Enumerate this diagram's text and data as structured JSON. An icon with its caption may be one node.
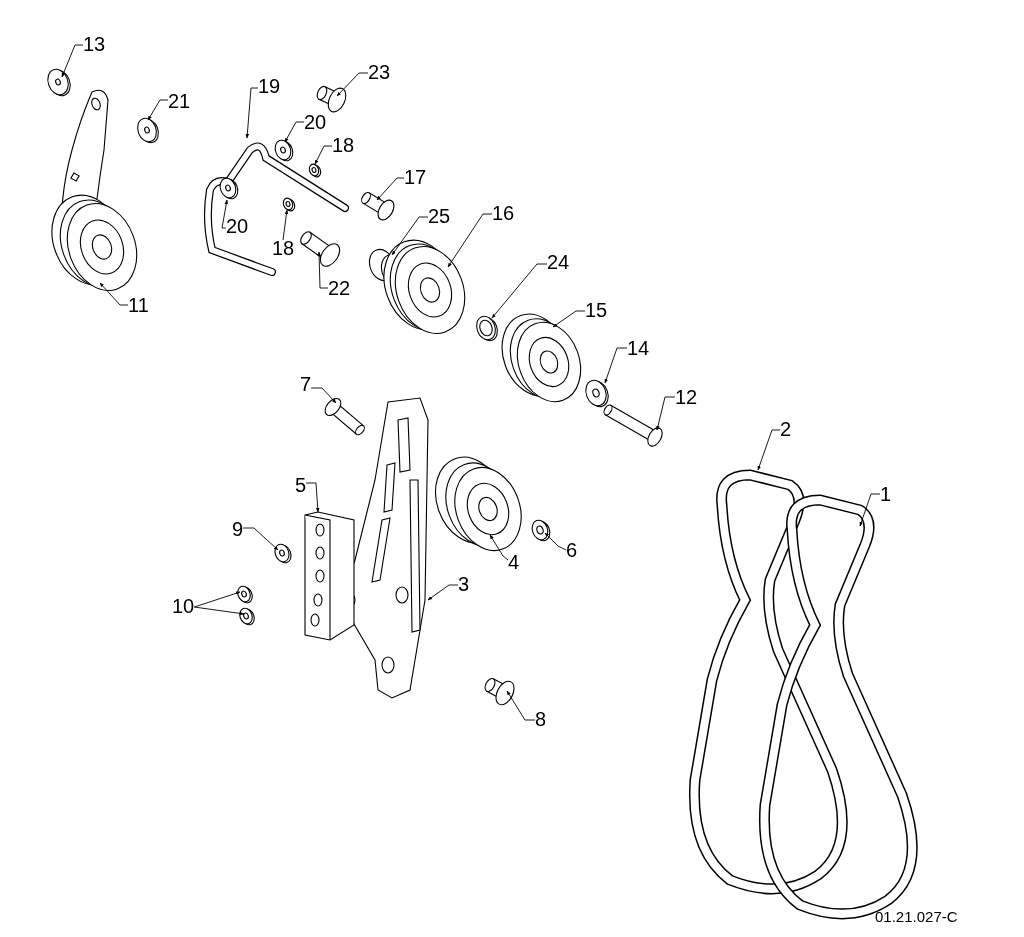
{
  "diagram": {
    "nodes": [
      {
        "text": [
          "13"
        ]
      },
      {
        "text": [
          "23"
        ]
      },
      {
        "text": [
          "19"
        ]
      },
      {
        "text": [
          "21"
        ]
      },
      {
        "text": [
          "20"
        ]
      },
      {
        "text": [
          "18"
        ]
      },
      {
        "text": [
          "17"
        ]
      },
      {
        "text": [
          "16"
        ]
      },
      {
        "text": [
          "25"
        ]
      },
      {
        "text": [
          "20"
        ]
      },
      {
        "text": [
          "18"
        ]
      },
      {
        "text": [
          "24"
        ]
      },
      {
        "text": [
          "22"
        ]
      },
      {
        "text": [
          "11"
        ]
      },
      {
        "text": [
          "15"
        ]
      },
      {
        "text": [
          "14"
        ]
      },
      {
        "text": [
          "7"
        ]
      },
      {
        "text": [
          "12"
        ]
      },
      {
        "text": [
          "2"
        ]
      },
      {
        "text": [
          "5"
        ]
      },
      {
        "text": [
          "1"
        ]
      },
      {
        "text": [
          "9"
        ]
      },
      {
        "text": [
          "6"
        ]
      },
      {
        "text": [
          "4"
        ]
      },
      {
        "text": [
          "3"
        ]
      },
      {
        "text": [
          "10"
        ]
      },
      {
        "text": [
          "8"
        ]
      }
    ],
    "edges": [
      {
        "from": 0,
        "to": null,
        "arrow": "to"
      },
      {
        "from": 1,
        "to": null,
        "arrow": "to"
      },
      {
        "from": 2,
        "to": null,
        "arrow": "to"
      },
      {
        "from": 3,
        "to": null,
        "arrow": "to"
      },
      {
        "from": 4,
        "to": null,
        "arrow": "to"
      },
      {
        "from": 5,
        "to": null,
        "arrow": "to"
      },
      {
        "from": 6,
        "to": null,
        "arrow": "to"
      },
      {
        "from": 7,
        "to": null,
        "arrow": "to"
      },
      {
        "from": 8,
        "to": null,
        "arrow": "to"
      },
      {
        "from": 9,
        "to": null,
        "arrow": "to"
      },
      {
        "from": 10,
        "to": null,
        "arrow": "to"
      },
      {
        "from": 11,
        "to": null,
        "arrow": "to"
      },
      {
        "from": 12,
        "to": null,
        "arrow": "to"
      },
      {
        "from": 13,
        "to": null,
        "arrow": "to"
      },
      {
        "from": 14,
        "to": null,
        "arrow": "to"
      },
      {
        "from": 15,
        "to": null,
        "arrow": "to"
      },
      {
        "from": 16,
        "to": null,
        "arrow": "to"
      },
      {
        "from": 17,
        "to": null,
        "arrow": "to"
      },
      {
        "from": 18,
        "to": null,
        "arrow": "to"
      },
      {
        "from": 19,
        "to": null,
        "arrow": "to"
      },
      {
        "from": 20,
        "to": null,
        "arrow": "to"
      },
      {
        "from": 21,
        "to": null,
        "arrow": "to"
      },
      {
        "from": 22,
        "to": null,
        "arrow": "to"
      },
      {
        "from": 23,
        "to": null,
        "arrow": "to"
      },
      {
        "from": 24,
        "to": null,
        "arrow": "to"
      },
      {
        "from": 25,
        "to": null,
        "arrow": "to"
      },
      {
        "from": 25,
        "to": null,
        "arrow": "to"
      },
      {
        "from": 26,
        "to": null,
        "arrow": "to"
      }
    ],
    "labels": [
      "01.21.027-C"
    ]
  }
}
